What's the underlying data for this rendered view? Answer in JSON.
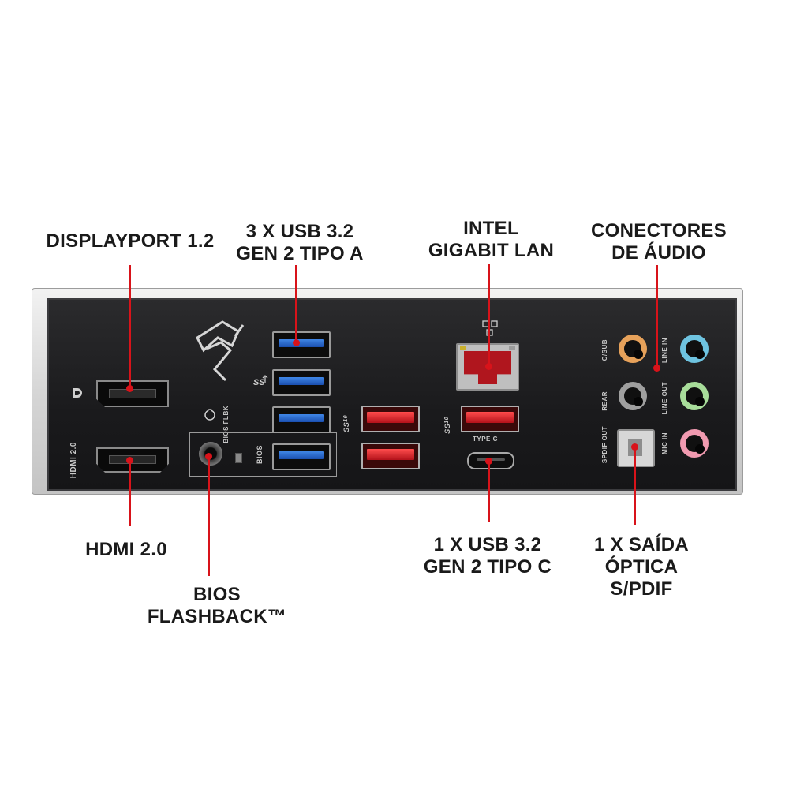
{
  "callouts": {
    "displayport": "DISPLAYPORT 1.2",
    "usb_a": "3 X USB 3.2\nGEN 2 TIPO A",
    "lan": "INTEL\nGIGABIT LAN",
    "audio": "CONECTORES\nDE ÁUDIO",
    "hdmi": "HDMI 2.0",
    "bios_flashback": "BIOS FLASHBACK™",
    "usb_c": "1 X USB 3.2\nGEN 2 TIPO C",
    "optical": "1 X SAÍDA\nÓPTICA\nS/PDIF"
  },
  "silkscreen": {
    "hdmi": "HDMI 2.0",
    "bios_flbk": "BIOS FLBK",
    "bios": "BIOS",
    "type_c": "TYPE C",
    "ss_small": "SS",
    "ss_10": "10",
    "c_sub": "C/SUB",
    "rear": "REAR",
    "spdif_out": "SPDIF OUT",
    "line_in": "LINE IN",
    "line_out": "LINE OUT",
    "mic_in": "MIC IN"
  },
  "icons": {
    "displayport": "displayport-logo-icon",
    "rog": "rog-eye-logo-icon",
    "network": "network-icon",
    "usb_ss": "superspeed-usb-icon"
  },
  "colors": {
    "accent": "#d8131a",
    "usb_blue": "#1a4fb0",
    "usb_red": "#c4141c",
    "jack_orange": "#e6a15a",
    "jack_blue": "#6ec3e0",
    "jack_green": "#a8dd9a",
    "jack_pink": "#f19ab0",
    "jack_black": "#1b1b1b",
    "jack_gray": "#9f9f9f"
  }
}
